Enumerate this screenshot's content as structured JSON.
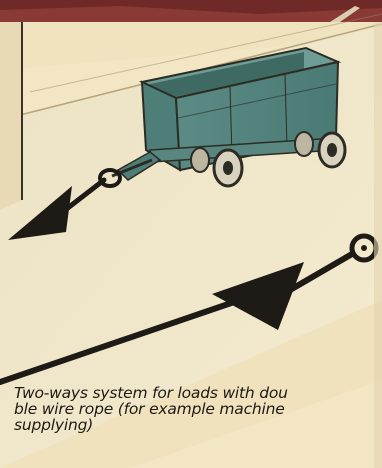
{
  "figure": {
    "subject": "cart-illustration"
  },
  "caption": {
    "line1": "Two-ways system for loads with dou",
    "line2": "ble wire rope (for example machine",
    "line3": "supplying)"
  }
}
